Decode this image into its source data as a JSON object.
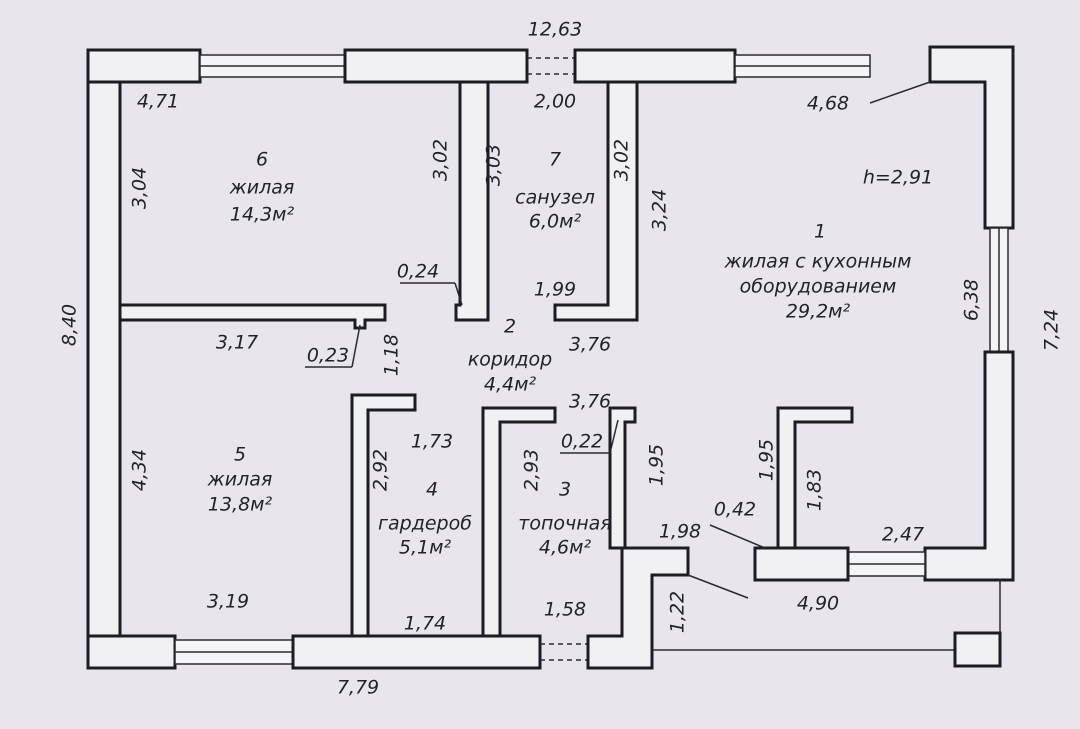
{
  "title_dims": {
    "top_total": "12,63",
    "left_total": "8,40",
    "right_total": "7,24",
    "bottom_total": "7,79"
  },
  "height_note": "h=2,91",
  "rooms": [
    {
      "num": "1",
      "name_line1": "жилая с кухонным",
      "name_line2": "оборудованием",
      "area": "29,2м²"
    },
    {
      "num": "2",
      "name": "коридор",
      "area": "4,4м²"
    },
    {
      "num": "3",
      "name": "топочная",
      "area": "4,6м²"
    },
    {
      "num": "4",
      "name": "гардероб",
      "area": "5,1м²"
    },
    {
      "num": "5",
      "name": "жилая",
      "area": "13,8м²"
    },
    {
      "num": "6",
      "name": "жилая",
      "area": "14,3м²"
    },
    {
      "num": "7",
      "name": "санузел",
      "area": "6,0м²"
    }
  ],
  "dims": {
    "d471": "4,71",
    "d200": "2,00",
    "d468": "4,68",
    "d304": "3,04",
    "d302a": "3,02",
    "d303": "3,03",
    "d302b": "3,02",
    "d324": "3,24",
    "d024": "0,24",
    "d199": "1,99",
    "d638": "6,38",
    "d317": "3,17",
    "d023": "0,23",
    "d118": "1,18",
    "d376a": "3,76",
    "d376b": "3,76",
    "d022": "0,22",
    "d173": "1,73",
    "d434": "4,34",
    "d292": "2,92",
    "d293": "2,93",
    "d195a": "1,95",
    "d195b": "1,95",
    "d183": "1,83",
    "d042": "0,42",
    "d198": "1,98",
    "d247": "2,47",
    "d490": "4,90",
    "d319": "3,19",
    "d174": "1,74",
    "d158": "1,58",
    "d122": "1,22"
  }
}
